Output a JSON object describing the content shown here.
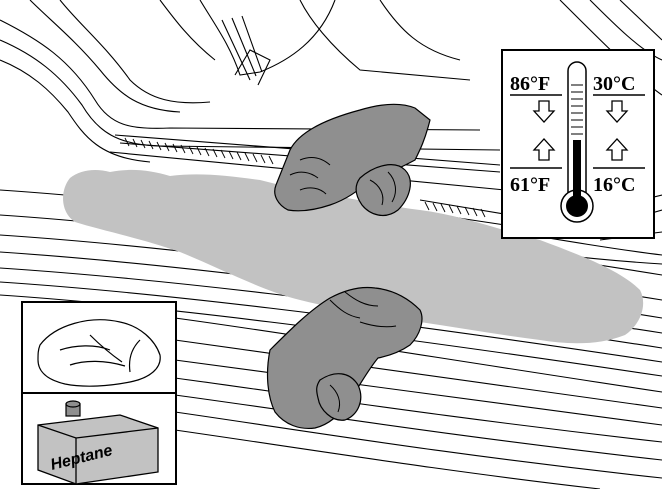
{
  "temperature_range": {
    "upper_f": "86°F",
    "upper_c": "30°C",
    "lower_f": "61°F",
    "lower_c": "16°C"
  },
  "solvent": {
    "label": "Heptane"
  },
  "colors": {
    "line": "#000000",
    "hand_fill": "#8f8f8f",
    "treated_area_fill": "#c2c2c2",
    "background": "#ffffff"
  },
  "icons": [
    "thermometer-icon",
    "cloth-icon",
    "heptane-can-icon",
    "arrow-down-icon",
    "arrow-up-icon"
  ]
}
